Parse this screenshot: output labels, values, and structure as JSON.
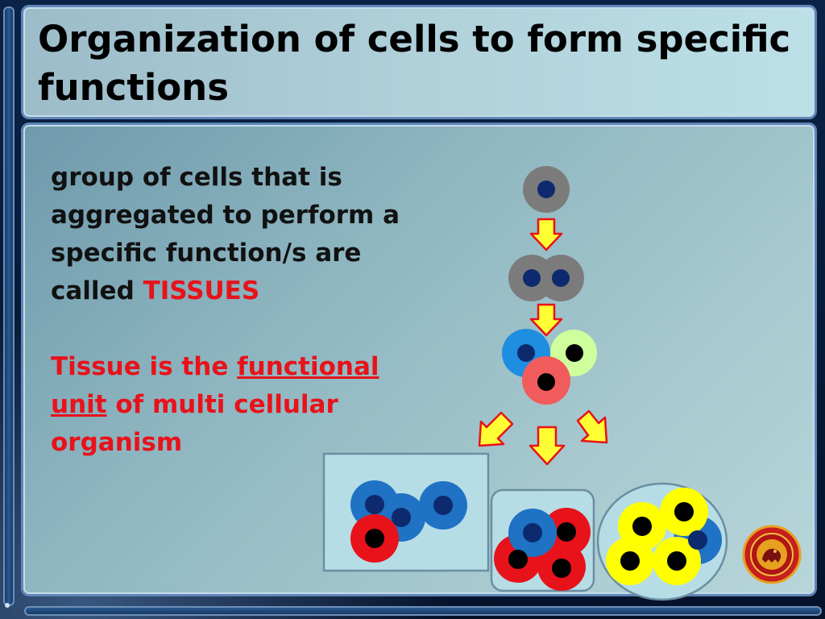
{
  "slide": {
    "title": "Organization of cells to form specific functions",
    "para1": {
      "text": "group of cells that is aggregated to perform a specific function/s are called ",
      "highlight": "TISSUES"
    },
    "para2": {
      "prefix": "Tissue is the ",
      "underlined_1": "functional",
      "break_word": "unit",
      "suffix": " of multi cellular organism"
    }
  },
  "colors": {
    "text_dark": "#111111",
    "text_red": "#e8121a",
    "cell_gray": "#7b7b7b",
    "cell_navy_nucleus": "#0d2a6e",
    "cell_blue": "#1f72c4",
    "cell_red": "#e8121a",
    "cell_yellow": "#ffff00",
    "cell_green": "#cfff9c",
    "cell_salmon": "#f25b5b",
    "arrow_fill": "#ffff33",
    "arrow_stroke": "#e8121a"
  },
  "icons": {
    "emblem": "lion-emblem-icon"
  }
}
